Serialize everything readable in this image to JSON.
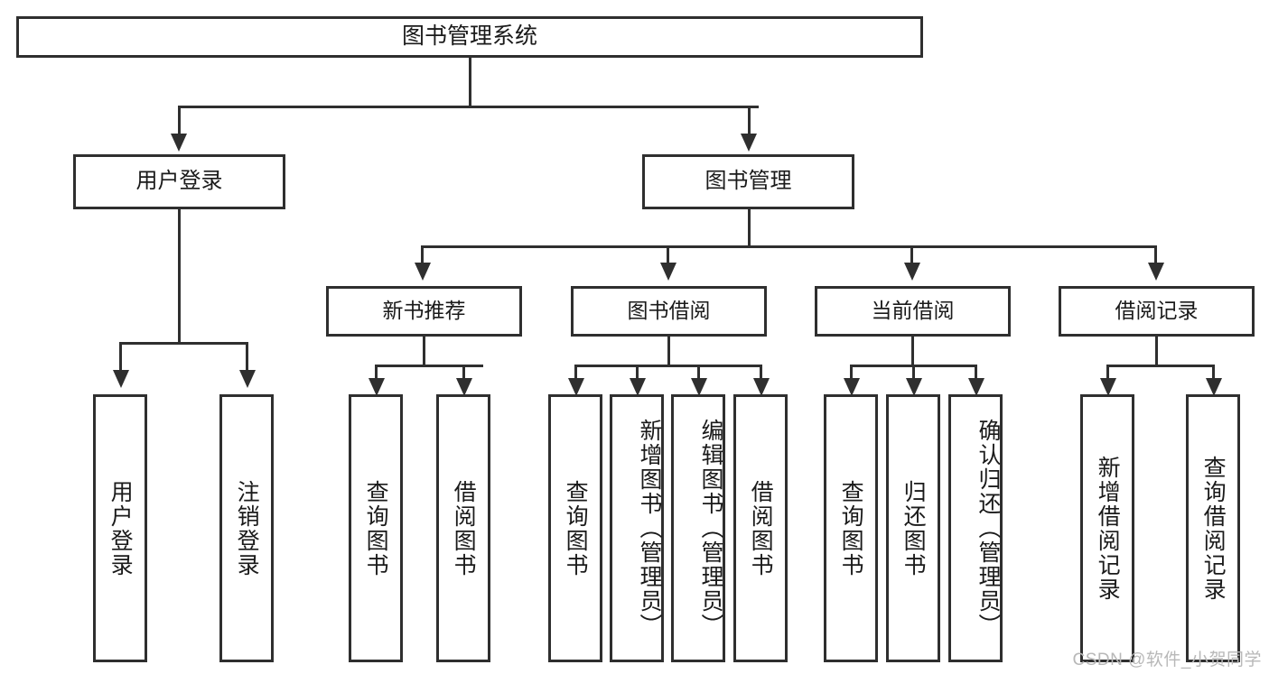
{
  "diagram": {
    "title": "图书管理系统",
    "type": "tree-hierarchy",
    "colors": {
      "stroke": "#2f2f2f",
      "fill": "#ffffff",
      "text": "#1a1a1a",
      "watermark": "#b8b8b8"
    }
  },
  "root": {
    "label": "图书管理系统"
  },
  "level2": [
    {
      "label": "用户登录"
    },
    {
      "label": "图书管理"
    }
  ],
  "level3": [
    {
      "label": "新书推荐"
    },
    {
      "label": "图书借阅"
    },
    {
      "label": "当前借阅"
    },
    {
      "label": "借阅记录"
    }
  ],
  "leaves": {
    "user_login": [
      {
        "label": "用户登录"
      },
      {
        "label": "注销登录"
      }
    ],
    "new_book_recommend": [
      {
        "label": "查询图书"
      },
      {
        "label": "借阅图书"
      }
    ],
    "book_borrow": [
      {
        "label": "查询图书"
      },
      {
        "label": "新增图书（管理员）"
      },
      {
        "label": "编辑图书（管理员）"
      },
      {
        "label": "借阅图书"
      }
    ],
    "current_borrow": [
      {
        "label": "查询图书"
      },
      {
        "label": "归还图书"
      },
      {
        "label": "确认归还（管理员）"
      }
    ],
    "borrow_record": [
      {
        "label": "新增借阅记录"
      },
      {
        "label": "查询借阅记录"
      }
    ]
  },
  "watermark": {
    "text": "CSDN @软件_小贺同学"
  }
}
